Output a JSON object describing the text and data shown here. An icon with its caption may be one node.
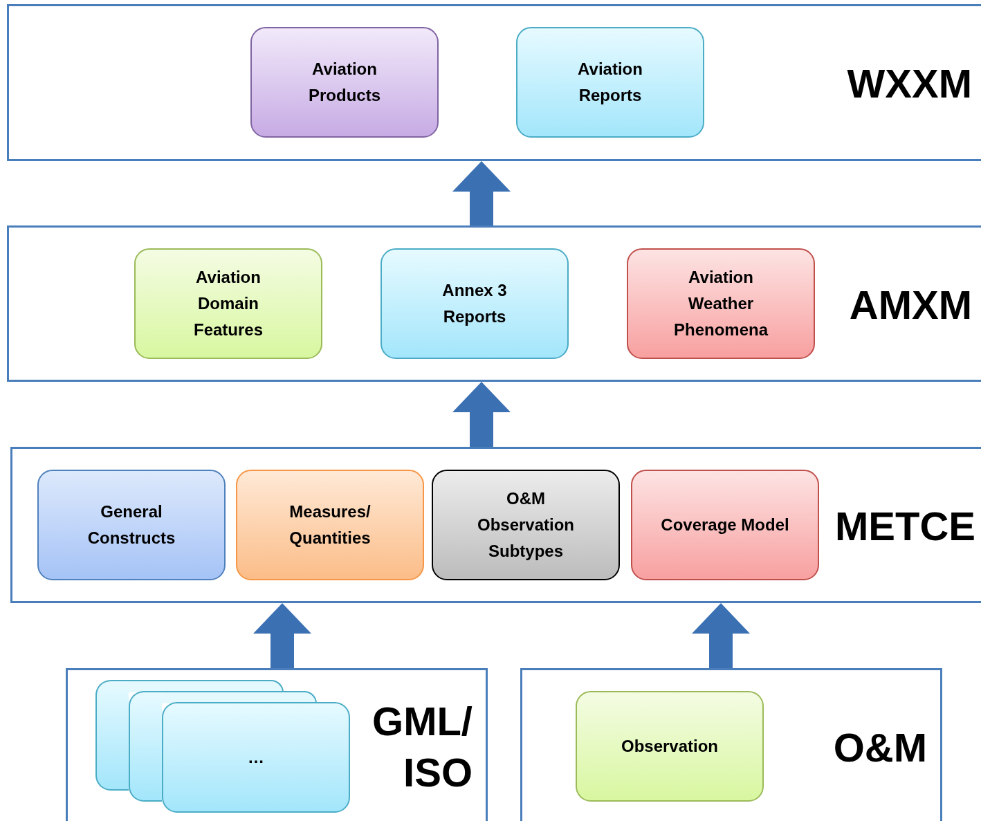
{
  "diagram": {
    "nodes": [
      {
        "text": [
          "WXXM"
        ]
      },
      {
        "text": [
          "Aviation Products"
        ],
        "in": 0
      },
      {
        "text": [
          "Aviation Reports"
        ],
        "in": 0
      },
      {
        "text": [
          "AMXM"
        ]
      },
      {
        "text": [
          "Aviation Domain Features"
        ],
        "in": 3
      },
      {
        "text": [
          "Annex 3 Reports"
        ],
        "in": 3
      },
      {
        "text": [
          "Aviation Weather Phenomena"
        ],
        "in": 3
      },
      {
        "text": [
          "METCE"
        ]
      },
      {
        "text": [
          "General Constructs"
        ],
        "in": 7
      },
      {
        "text": [
          "Measures/ Quantities"
        ],
        "in": 7
      },
      {
        "text": [
          "O&M Observation Subtypes"
        ],
        "in": 7
      },
      {
        "text": [
          "Coverage Model"
        ],
        "in": 7
      },
      {
        "text": [
          "GML/ ISO"
        ]
      },
      {
        "text": [],
        "shape": "box",
        "in": 12
      },
      {
        "text": [],
        "shape": "box",
        "in": 12
      },
      {
        "text": [
          "…"
        ],
        "in": 12
      },
      {
        "text": [
          "O&M"
        ]
      },
      {
        "text": [
          "Observation"
        ],
        "in": 16
      }
    ],
    "edges": [
      {
        "from": 3,
        "to": 0,
        "arrow": "to"
      },
      {
        "from": 7,
        "to": 3,
        "arrow": "to"
      },
      {
        "from": 12,
        "to": 7,
        "arrow": "to"
      },
      {
        "from": 16,
        "to": 7,
        "arrow": "to"
      }
    ]
  }
}
